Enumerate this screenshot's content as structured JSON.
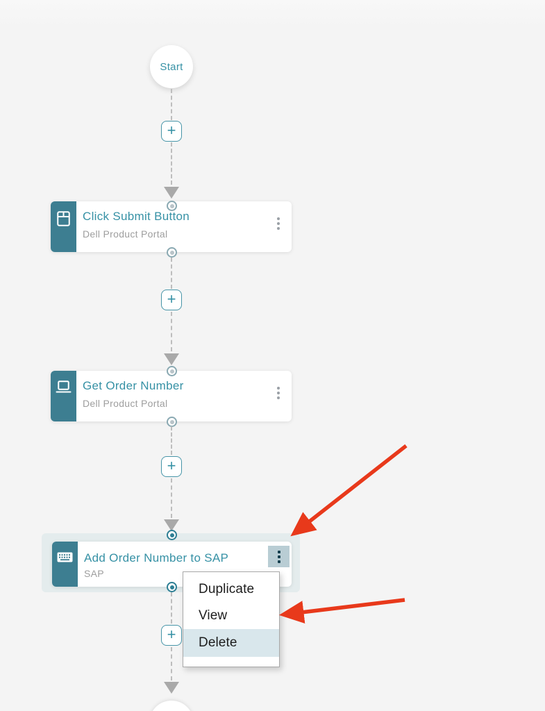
{
  "flow": {
    "start_label": "Start",
    "add_step_label": "+",
    "nodes": [
      {
        "title": "Click Submit Button",
        "subtitle": "Dell Product Portal",
        "icon": "browser-window-icon",
        "selected": false
      },
      {
        "title": "Get Order Number",
        "subtitle": "Dell Product Portal",
        "icon": "laptop-icon",
        "selected": false
      },
      {
        "title": "Add Order Number to SAP",
        "subtitle": "SAP",
        "icon": "keyboard-icon",
        "selected": true
      }
    ]
  },
  "context_menu": {
    "open_for_node": "Add Order Number to SAP",
    "items": [
      {
        "label": "Duplicate",
        "highlighted": false
      },
      {
        "label": "View",
        "highlighted": false
      },
      {
        "label": "Delete",
        "highlighted": true
      }
    ]
  },
  "annotations": {
    "arrows": [
      {
        "name": "arrow-to-node-menu-button",
        "points_at": "selected node kebab menu button"
      },
      {
        "name": "arrow-to-view-menu-item",
        "points_at": "View context menu item"
      }
    ]
  },
  "colors": {
    "background": "#f4f4f4",
    "card_accent_teal": "#3d7e91",
    "title_teal": "#3691a5",
    "selection_highlight": "#e4eced",
    "menu_highlight": "#d9e7ec",
    "annotation_red": "#e8391b"
  }
}
